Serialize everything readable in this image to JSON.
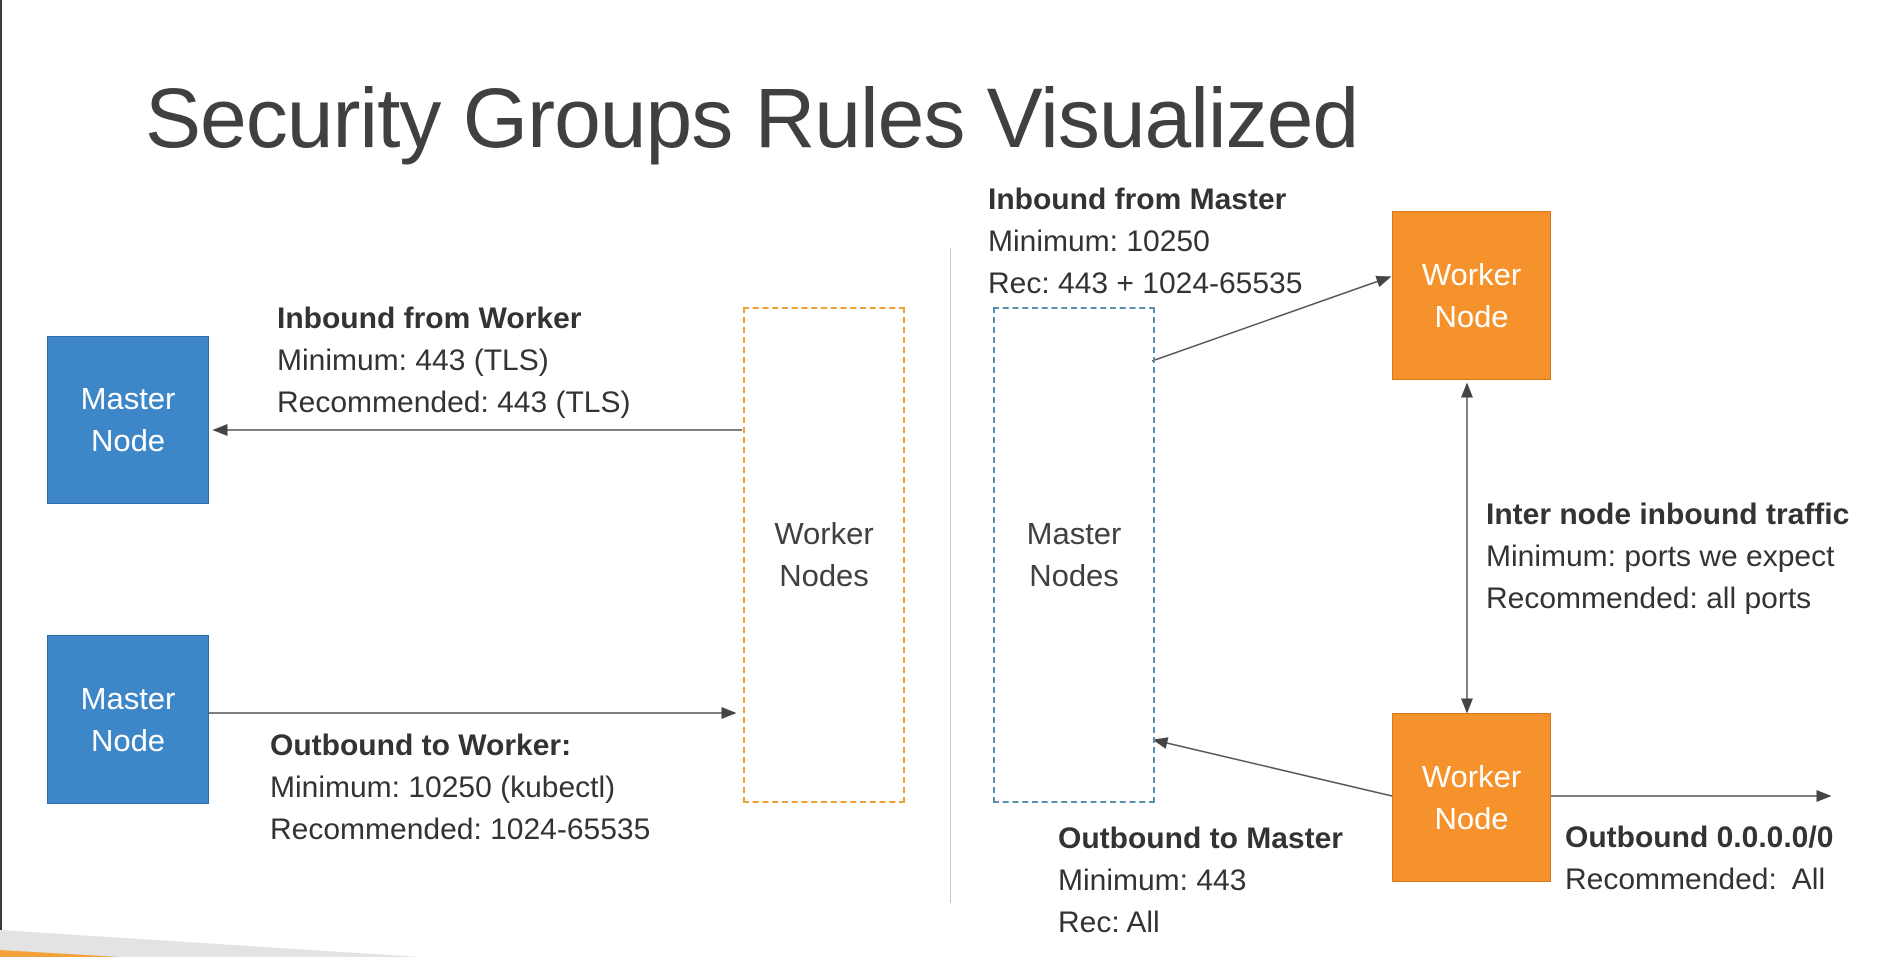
{
  "title": "Security Groups Rules Visualized",
  "left_panel": {
    "master_node_top": {
      "line1": "Master",
      "line2": "Node"
    },
    "master_node_bottom": {
      "line1": "Master",
      "line2": "Node"
    },
    "worker_nodes_group": {
      "line1": "Worker",
      "line2": "Nodes"
    },
    "inbound_from_worker": {
      "heading": "Inbound from Worker",
      "minimum": "Minimum: 443 (TLS)",
      "recommended": "Recommended: 443 (TLS)"
    },
    "outbound_to_worker": {
      "heading": "Outbound to Worker:",
      "minimum": "Minimum: 10250 (kubectl)",
      "recommended": "Recommended: 1024-65535"
    }
  },
  "right_panel": {
    "master_nodes_group": {
      "line1": "Master",
      "line2": "Nodes"
    },
    "worker_node_top": {
      "line1": "Worker",
      "line2": "Node"
    },
    "worker_node_bottom": {
      "line1": "Worker",
      "line2": "Node"
    },
    "inbound_from_master": {
      "heading": "Inbound from Master",
      "minimum": "Minimum: 10250",
      "recommended": "Rec: 443 + 1024-65535"
    },
    "inter_node": {
      "heading": "Inter node inbound traffic",
      "minimum": "Minimum: ports we expect",
      "recommended": "Recommended: all ports"
    },
    "outbound_to_master": {
      "heading": "Outbound to Master",
      "minimum": "Minimum: 443",
      "recommended": "Rec: All"
    },
    "outbound_internet": {
      "heading": "Outbound 0.0.0.0/0",
      "recommended": "Recommended:  All"
    }
  },
  "colors": {
    "master": "#3d87c9",
    "worker": "#f5922b",
    "arrow": "#444444"
  }
}
